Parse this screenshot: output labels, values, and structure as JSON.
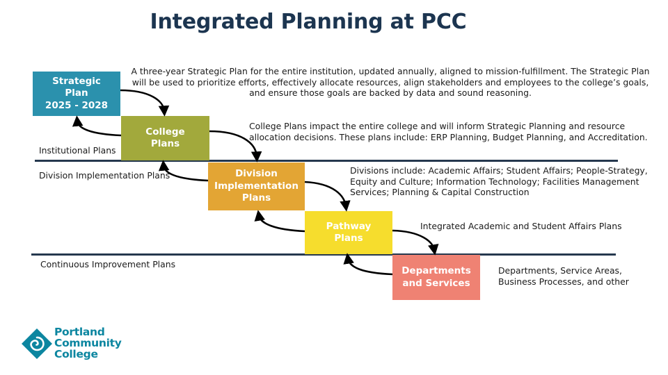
{
  "title": "Integrated Planning at PCC",
  "colors": {
    "title": "#1c3550",
    "divider": "#25384e",
    "strategic": "#2b91ad",
    "college": "#a2a93c",
    "division": "#e3a534",
    "pathway": "#f6dd2d",
    "departments": "#ef8273",
    "logo": "#0c86a0"
  },
  "boxes": {
    "strategic": "Strategic\nPlan\n2025 - 2028",
    "college": "College\nPlans",
    "division": "Division\nImplementation\nPlans",
    "pathway": "Pathway\nPlans",
    "departments": "Departments\nand Services"
  },
  "descriptions": {
    "strategic": "A three-year Strategic Plan for the entire institution, updated annually, aligned to mission-fulfillment.  The Strategic Plan will be used to prioritize efforts, effectively allocate resources, align stakeholders and employees to the college’s goals, and ensure those goals are backed by data and sound reasoning.",
    "college": "College Plans impact the entire college and will inform Strategic Planning and resource allocation decisions.  These plans include: ERP Planning, Budget Planning, and Accreditation.",
    "division": "Divisions include: Academic Affairs; Student Affairs; People-Strategy, Equity and Culture; Information Technology; Facilities Management Services; Planning & Capital Construction",
    "pathway": "Integrated Academic and Student Affairs Plans",
    "departments": "Departments, Service Areas, Business Processes, and other"
  },
  "lanes": {
    "institutional": "Institutional Plans",
    "division": "Division Implementation Plans",
    "continuous": "Continuous Improvement Plans"
  },
  "logo": {
    "icon": "pcc-spiral-diamond-icon",
    "text": "Portland\nCommunity\nCollege"
  }
}
